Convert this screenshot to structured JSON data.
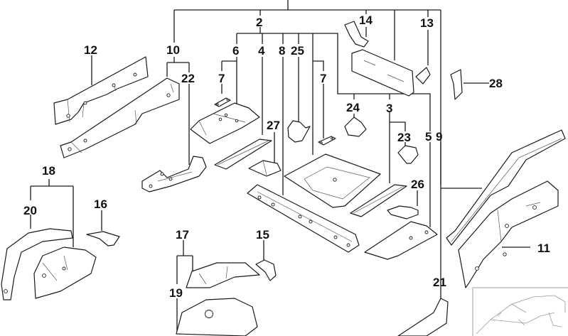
{
  "diagram": {
    "type": "exploded-parts-diagram",
    "subject": "body floor panels and side members",
    "line_color": "#1a1a1a",
    "background": "#ffffff",
    "callouts": [
      {
        "id": "c2",
        "label": "2"
      },
      {
        "id": "c3",
        "label": "3"
      },
      {
        "id": "c4",
        "label": "4"
      },
      {
        "id": "c5",
        "label": "5"
      },
      {
        "id": "c6",
        "label": "6"
      },
      {
        "id": "c7a",
        "label": "7"
      },
      {
        "id": "c7b",
        "label": "7"
      },
      {
        "id": "c8",
        "label": "8"
      },
      {
        "id": "c9",
        "label": "9"
      },
      {
        "id": "c10",
        "label": "10"
      },
      {
        "id": "c11",
        "label": "11"
      },
      {
        "id": "c12",
        "label": "12"
      },
      {
        "id": "c13",
        "label": "13"
      },
      {
        "id": "c14",
        "label": "14"
      },
      {
        "id": "c15",
        "label": "15"
      },
      {
        "id": "c16",
        "label": "16"
      },
      {
        "id": "c17",
        "label": "17"
      },
      {
        "id": "c18",
        "label": "18"
      },
      {
        "id": "c19",
        "label": "19"
      },
      {
        "id": "c20",
        "label": "20"
      },
      {
        "id": "c21",
        "label": "21"
      },
      {
        "id": "c22",
        "label": "22"
      },
      {
        "id": "c23",
        "label": "23"
      },
      {
        "id": "c24",
        "label": "24"
      },
      {
        "id": "c25",
        "label": "25"
      },
      {
        "id": "c26",
        "label": "26"
      },
      {
        "id": "c27",
        "label": "27"
      },
      {
        "id": "c28",
        "label": "28"
      }
    ],
    "inset": {
      "depicts": "vehicle outline thumbnail"
    }
  }
}
